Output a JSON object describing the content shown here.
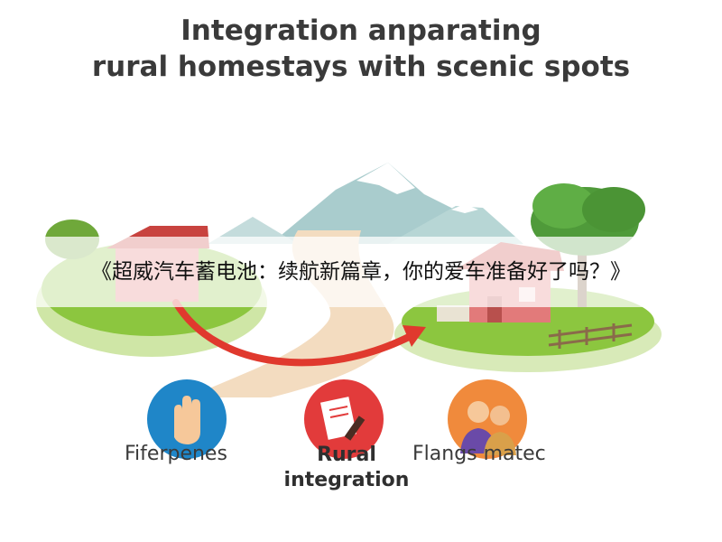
{
  "title": {
    "line1": "Integration anparating",
    "line2": "rural homestays with scenic spots"
  },
  "banner": {
    "text": "《超威汽车蓄电池：续航新篇章，你的爱车准备好了吗？》"
  },
  "icons": [
    {
      "name": "hand-icon",
      "label": "Fiferpenes",
      "color": "#1f86c8"
    },
    {
      "name": "document-pen-icon",
      "label_line1": "Rural",
      "label_line2": "integration",
      "color": "#e23b3b"
    },
    {
      "name": "couple-icon",
      "label": "Flangs matec",
      "color": "#f08a3c"
    }
  ],
  "colors": {
    "arrow": "#e0392e",
    "path": "#f3dcc0",
    "grass": "#8cc63f",
    "house_wall": "#e27a7a",
    "house_roof": "#c8433f",
    "mountain": "#9fc4c6"
  }
}
